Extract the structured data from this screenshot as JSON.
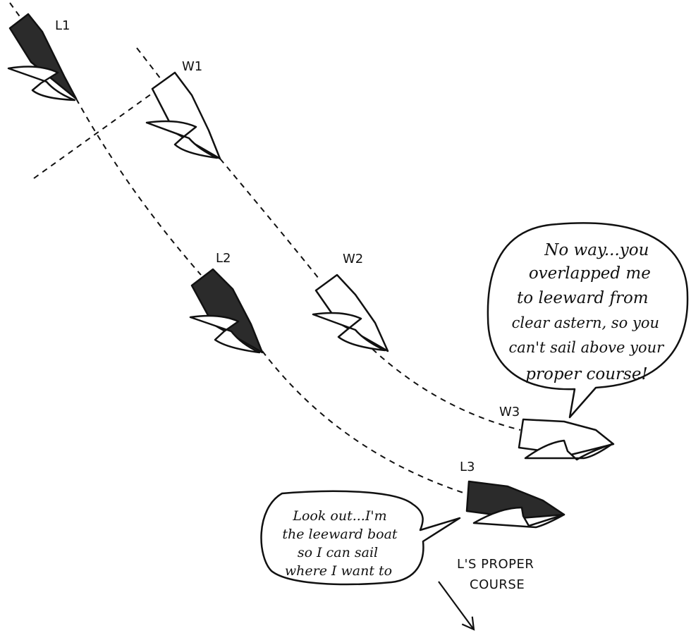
{
  "boats": {
    "L1": "L1",
    "W1": "W1",
    "L2": "L2",
    "W2": "W2",
    "W3": "W3",
    "L3": "L3"
  },
  "windward_bubble": [
    "No way...you",
    "overlapped me",
    "to leeward from",
    "clear astern, so you",
    "can't sail above your",
    "proper course!"
  ],
  "leeward_bubble": [
    "Look out...I'm",
    "the leeward boat",
    "so I can sail",
    "where I want to"
  ],
  "course_label": [
    "L'S PROPER",
    "COURSE"
  ],
  "colors": {
    "leeward_boat": "#2b2b2b",
    "windward_boat": "#ffffff",
    "ink": "#111111"
  }
}
